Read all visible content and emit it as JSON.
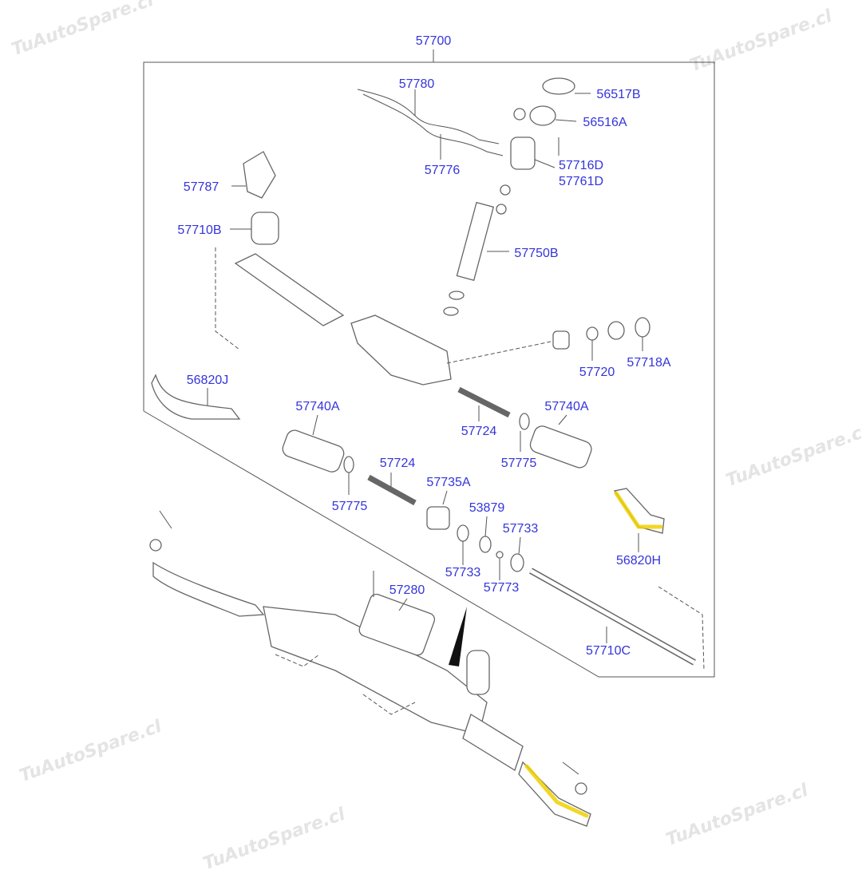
{
  "watermark": "TuAutoSpare.cl",
  "colors": {
    "label": "#3434dc",
    "highlight": "#f0d000",
    "line": "#555555"
  },
  "labels": [
    {
      "id": "57700",
      "text": "57700"
    },
    {
      "id": "57780",
      "text": "57780"
    },
    {
      "id": "56517B",
      "text": "56517B"
    },
    {
      "id": "56516A",
      "text": "56516A"
    },
    {
      "id": "57776",
      "text": "57776"
    },
    {
      "id": "57716D",
      "text": "57716D"
    },
    {
      "id": "57761D",
      "text": "57761D"
    },
    {
      "id": "57787",
      "text": "57787"
    },
    {
      "id": "57710B",
      "text": "57710B"
    },
    {
      "id": "57750B",
      "text": "57750B"
    },
    {
      "id": "57720",
      "text": "57720"
    },
    {
      "id": "57718A",
      "text": "57718A"
    },
    {
      "id": "56820J",
      "text": "56820J"
    },
    {
      "id": "57740A-left",
      "text": "57740A"
    },
    {
      "id": "57740A-right",
      "text": "57740A"
    },
    {
      "id": "57724-right",
      "text": "57724"
    },
    {
      "id": "57775-right",
      "text": "57775"
    },
    {
      "id": "57724-left",
      "text": "57724"
    },
    {
      "id": "57735A",
      "text": "57735A"
    },
    {
      "id": "57775-left",
      "text": "57775"
    },
    {
      "id": "53879",
      "text": "53879"
    },
    {
      "id": "57733-right",
      "text": "57733"
    },
    {
      "id": "57733-left",
      "text": "57733"
    },
    {
      "id": "57773",
      "text": "57773"
    },
    {
      "id": "56820H",
      "text": "56820H"
    },
    {
      "id": "57280",
      "text": "57280"
    },
    {
      "id": "57710C",
      "text": "57710C"
    }
  ]
}
